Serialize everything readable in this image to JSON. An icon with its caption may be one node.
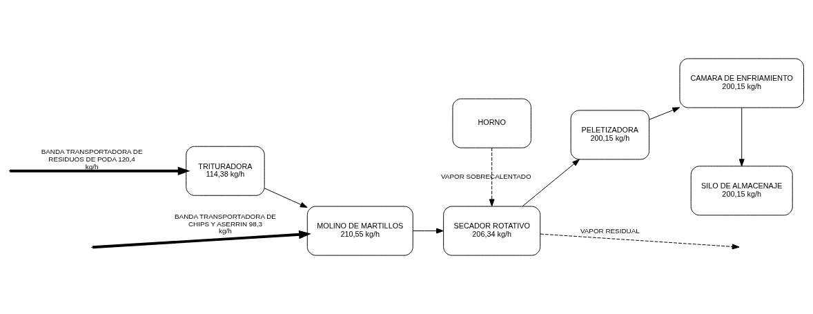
{
  "diagram": {
    "nodes": [
      {
        "text": [
          "HORNO"
        ]
      },
      {
        "text": [
          "TRITURADORA",
          "114,38 kg/h"
        ]
      },
      {
        "text": [
          "MOLINO DE MARTILLOS",
          "210,55 kg/h"
        ]
      },
      {
        "text": [
          "SECADOR ROTATIVO",
          "206,34 kg/h"
        ]
      },
      {
        "text": [
          "PELETIZADORA",
          "200,15 kg/h"
        ]
      },
      {
        "text": [
          "CAMARA DE ENFRIAMIENTO",
          "200,15 kg/h"
        ]
      },
      {
        "text": [
          "SILO DE ALMACENAJE",
          "200,15 kg/h"
        ]
      }
    ],
    "edges": [
      {
        "from": null,
        "to": 1,
        "arrow": "to",
        "style": "thick",
        "label": "BANDA TRANSPORTADORA DE RESIDUOS DE PODA 120,4 kg/h"
      },
      {
        "from": null,
        "to": 2,
        "arrow": "to",
        "style": "thick",
        "label": "BANDA TRANSPORTADORA DE CHIPS Y ASERRIN 98,3 kg/h"
      },
      {
        "from": 0,
        "to": 3,
        "arrow": "to",
        "style": "dashed",
        "label": "VAPOR SOBRECALENTADO"
      },
      {
        "from": 1,
        "to": 2,
        "arrow": "to"
      },
      {
        "from": 2,
        "to": 3,
        "arrow": "to"
      },
      {
        "from": 3,
        "to": 4,
        "arrow": "to"
      },
      {
        "from": 4,
        "to": 5,
        "arrow": "to"
      },
      {
        "from": 5,
        "to": 6,
        "arrow": "to"
      },
      {
        "from": 3,
        "to": null,
        "arrow": "to",
        "style": "dashed",
        "label": "VAPOR RESIDUAL"
      }
    ]
  }
}
